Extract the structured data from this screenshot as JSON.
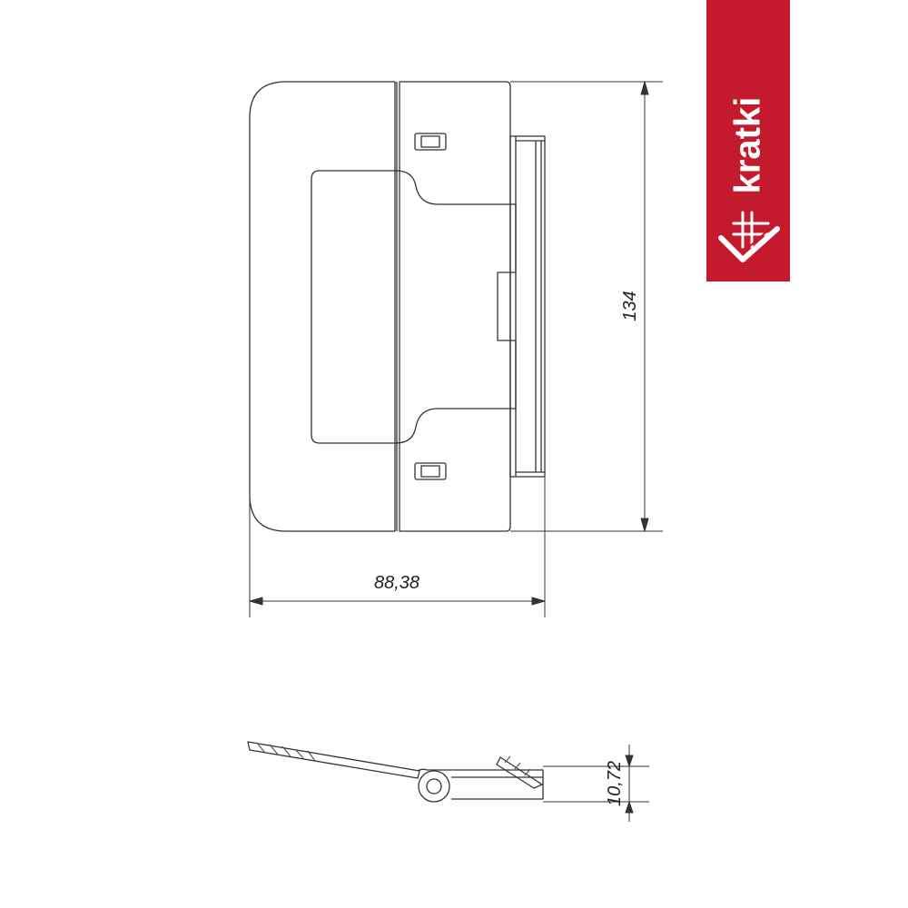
{
  "brand": {
    "name": "kratki",
    "badge_color": "#c41a2d",
    "text_color": "#ffffff"
  },
  "dimensions": {
    "height": "134",
    "width": "88,38",
    "depth": "10,72"
  },
  "colors": {
    "line": "#333333",
    "hatch": "#555555"
  }
}
